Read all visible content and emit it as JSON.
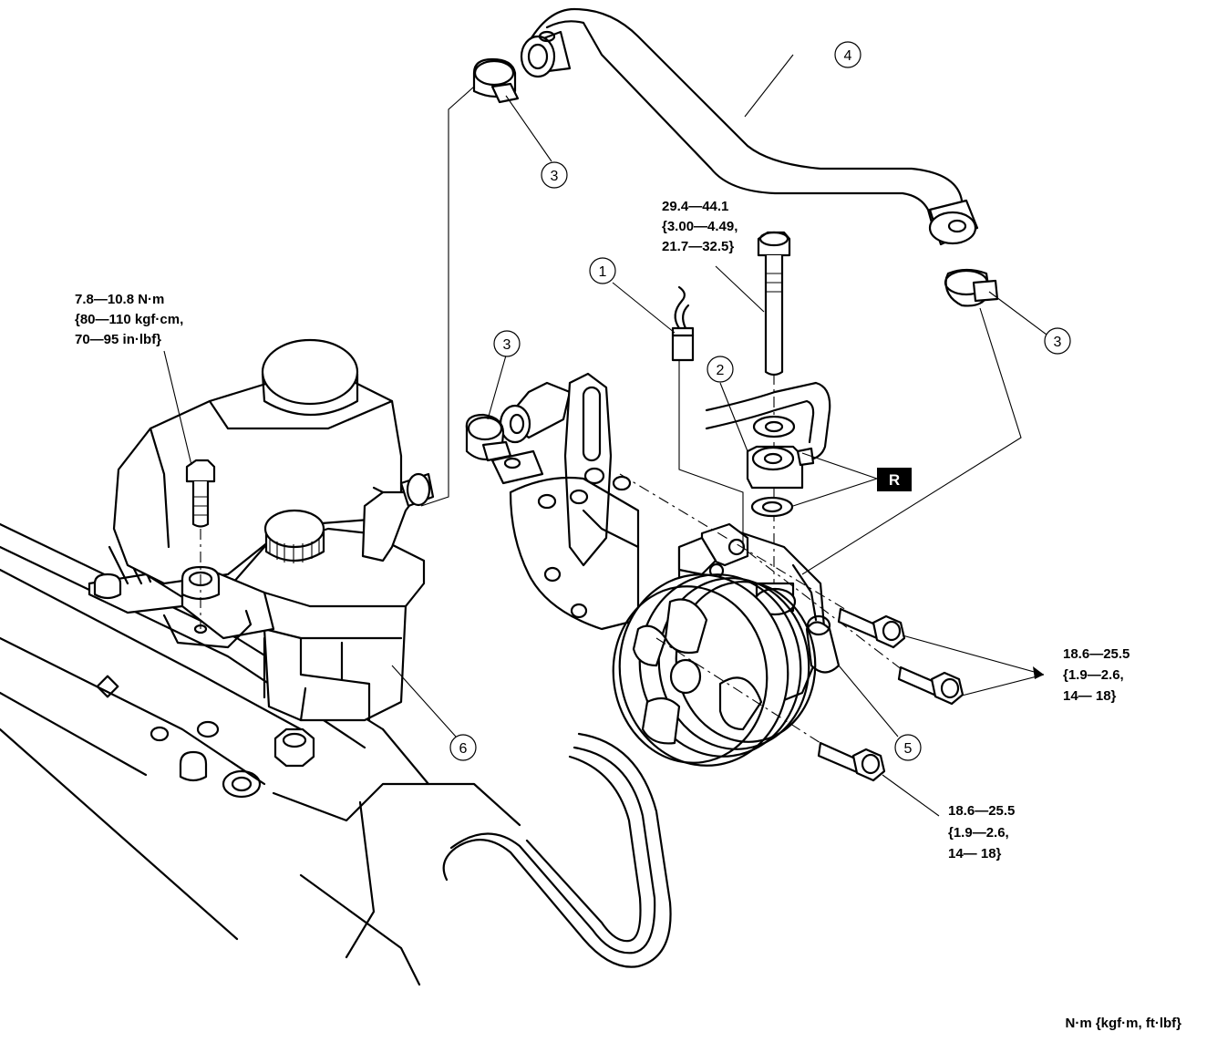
{
  "callouts": {
    "c1": "1",
    "c2": "2",
    "c3a": "3",
    "c3b": "3",
    "c3c": "3",
    "c4": "4",
    "c5": "5",
    "c6": "6"
  },
  "marker_label": "R",
  "torque": {
    "reservoir": [
      "7.8—10.8 N·m",
      "{80—110 kgf·cm,",
      "70—95 in·lbf}"
    ],
    "pipe_bolt": [
      "29.4—44.1",
      "{3.00—4.49,",
      "21.7—32.5}"
    ],
    "pump_bolts_upper": [
      "18.6—25.5",
      "{1.9—2.6,",
      "14— 18}"
    ],
    "pump_bolt_lower": [
      "18.6—25.5",
      "{1.9—2.6,",
      "14— 18}"
    ]
  },
  "units": "N·m {kgf·m, ft·lbf}"
}
